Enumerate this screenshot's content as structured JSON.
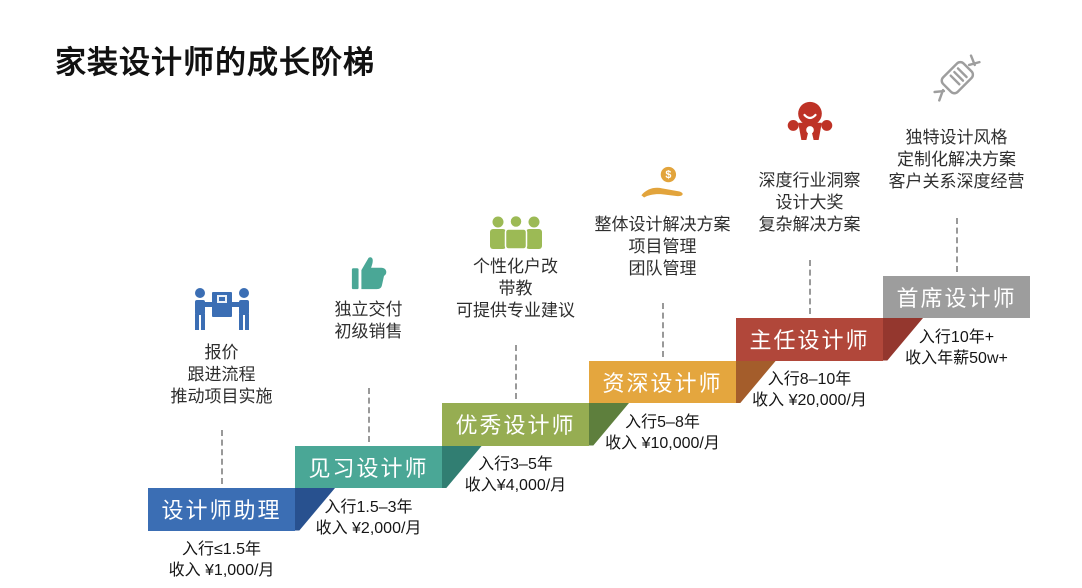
{
  "title": "家装设计师的成长阶梯",
  "steps": [
    {
      "label": "设计师助理",
      "icon": "people-carrying-box-icon",
      "skills_text": "报价\n跟进流程\n推动项目实施",
      "income_text": "入行≤1.5年\n收入 ¥1,000/月",
      "colors": {
        "bar": "#3B6EB4",
        "ramp": "#28518F",
        "icon": "#3B6EB4"
      }
    },
    {
      "label": "见习设计师",
      "icon": "thumbs-up-icon",
      "skills_text": "独立交付\n初级销售",
      "income_text": "入行1.5–3年\n收入 ¥2,000/月",
      "colors": {
        "bar": "#4AA796",
        "ramp": "#317E72",
        "icon": "#4AA796"
      }
    },
    {
      "label": "优秀设计师",
      "icon": "group-icon",
      "skills_text": "个性化户改\n带教\n可提供专业建议",
      "income_text": "入行3–5年\n收入¥4,000/月",
      "colors": {
        "bar": "#96AD52",
        "ramp": "#5E7F3D",
        "icon": "#9CBA55"
      }
    },
    {
      "label": "资深设计师",
      "icon": "hand-coin-icon",
      "skills_text": "整体设计解决方案\n项目管理\n团队管理",
      "income_text": "入行5–8年\n收入 ¥10,000/月",
      "colors": {
        "bar": "#E4A63E",
        "ramp": "#A45D2B",
        "icon": "#E2A43C"
      }
    },
    {
      "label": "主任设计师",
      "icon": "award-person-icon",
      "skills_text": "深度行业洞察\n设计大奖\n复杂解决方案",
      "income_text": "入行8–10年\n收入 ¥20,000/月",
      "colors": {
        "bar": "#B1473A",
        "ramp": "#94372E",
        "icon": "#BE3226"
      }
    },
    {
      "label": "首席设计师",
      "icon": "stamp-seal-icon",
      "skills_text": "独特设计风格\n定制化解决方案\n客户关系深度经营",
      "income_text": "入行10年+\n收入年薪50w+",
      "colors": {
        "bar": "#9D9D9D",
        "ramp": "#9D9D9D",
        "icon": "#9E9E9E"
      }
    }
  ]
}
